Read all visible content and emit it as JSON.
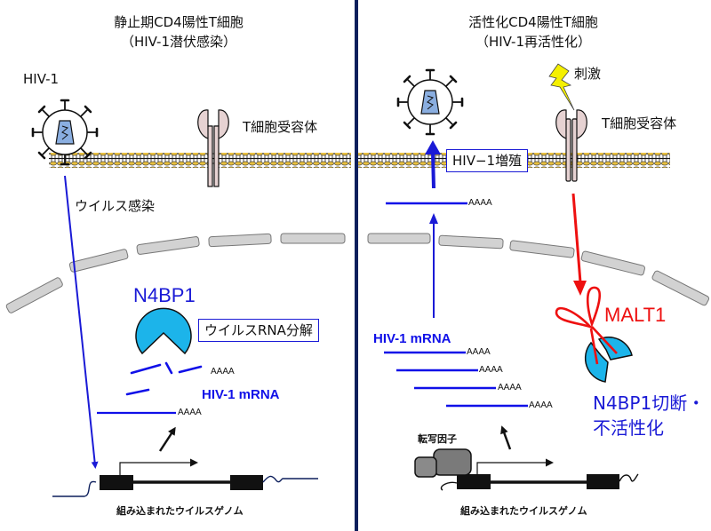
{
  "panels": {
    "left": {
      "title_line1": "静止期CD4陽性T細胞",
      "title_line2": "（HIV-1潜伏感染）",
      "virus_label": "HIV-1",
      "receptor_label": "T細胞受容体",
      "infection_label": "ウイルス感染",
      "protein_label": "N4BP1",
      "action_box": "ウイルスRNA分解",
      "mrna_label": "HIV-1 mRNA",
      "polya_tail": "AAAA",
      "genome_label": "組み込まれたウイルスゲノム"
    },
    "right": {
      "title_line1": "活性化CD4陽性T細胞",
      "title_line2": "（HIV-1再活性化）",
      "stimulus_label": "刺激",
      "receptor_label": "T細胞受容体",
      "replication_box": "HIV−1増殖",
      "protease_label": "MALT1",
      "mrna_label": "HIV-1 mRNA",
      "polya_tail": "AAAA",
      "cleavage_label_line1": "N4BP1切断・",
      "cleavage_label_line2": "不活性化",
      "tf_label": "転写因子",
      "genome_label": "組み込まれたウイルスゲノム"
    }
  },
  "colors": {
    "divider": "#0d1f5c",
    "mrna_blue": "#1010e8",
    "infection_arrow": "#1a1ad6",
    "malt1_red": "#ee1010",
    "n4bp1_fill": "#1cb4ea",
    "virus_core": "#8aaee0",
    "nuclear_envelope": "#d2d2d2",
    "membrane_gold": "#e8c040",
    "receptor_fill": "#e6d2d2",
    "lightning": "#f5f000",
    "tf_gray": "#7a7a7a"
  }
}
